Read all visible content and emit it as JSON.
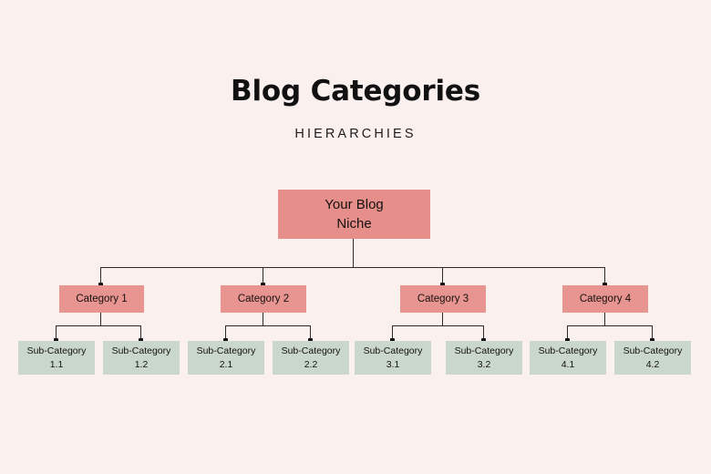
{
  "header": {
    "title": "Blog Categories",
    "subtitle": "HIERARCHIES"
  },
  "colors": {
    "background": "#faf0ee",
    "root_box": "#e68e8a",
    "category_box": "#e89490",
    "subcategory_box": "#cad7cd",
    "connector": "#2b2b2b",
    "text": "#15120f"
  },
  "diagram": {
    "type": "hierarchy-tree",
    "root": {
      "line1": "Your Blog",
      "line2": "Niche"
    },
    "categories": [
      {
        "label": "Category 1",
        "subcategories": [
          {
            "line1": "Sub-Category",
            "line2": "1.1"
          },
          {
            "line1": "Sub-Category",
            "line2": "1.2"
          }
        ]
      },
      {
        "label": "Category 2",
        "subcategories": [
          {
            "line1": "Sub-Category",
            "line2": "2.1"
          },
          {
            "line1": "Sub-Category",
            "line2": "2.2"
          }
        ]
      },
      {
        "label": "Category 3",
        "subcategories": [
          {
            "line1": "Sub-Category",
            "line2": "3.1"
          },
          {
            "line1": "Sub-Category",
            "line2": "3.2"
          }
        ]
      },
      {
        "label": "Category 4",
        "subcategories": [
          {
            "line1": "Sub-Category",
            "line2": "4.1"
          },
          {
            "line1": "Sub-Category",
            "line2": "4.2"
          }
        ]
      }
    ]
  }
}
